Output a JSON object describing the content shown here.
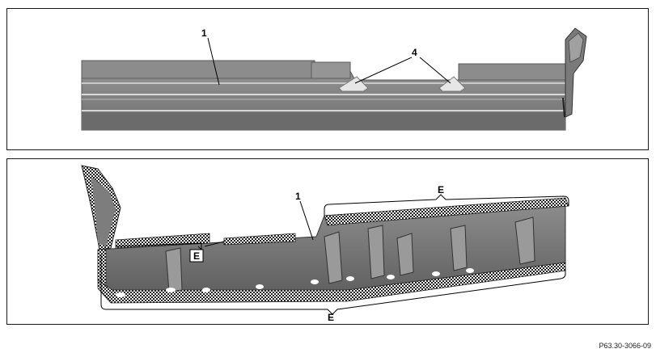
{
  "top_panel": {
    "callouts": {
      "one": "1",
      "four": "4"
    }
  },
  "bottom_panel": {
    "callouts": {
      "one": "1",
      "e_top": "E",
      "e_left": "E",
      "e_bottom": "E"
    }
  },
  "figure_code": "P63.30-3066-09",
  "colors": {
    "metal_light": "#8a8a8a",
    "metal_mid": "#6f6f6f",
    "metal_dark": "#4a4a4a",
    "hatch": "#1f1f1f"
  }
}
